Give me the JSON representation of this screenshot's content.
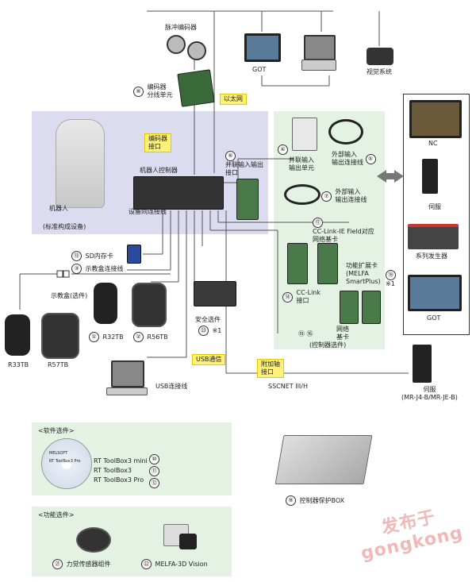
{
  "labels": {
    "pulse_encoder": "脉冲编码器",
    "encoder_splitter_num": "⑧",
    "encoder_splitter": "编码器\n分线单元",
    "got_top": "GOT",
    "vision": "视觉系统",
    "ethernet": "以太网",
    "encoder_if": "编码器\n接口",
    "robot_controller": "机器人控制器",
    "parallel_io_num": "⑥",
    "parallel_io": "并联输入输出\n接口",
    "robot_arm": "机器人",
    "standard_config": "(标准构成设备)",
    "inter_device_cable": "设备间连接线",
    "ext_io_unit_num": "④",
    "ext_io_unit": "并联输入\n输出单元",
    "ext_io_cable_num": "⑤",
    "ext_io_cable": "外部输入\n输出连接线",
    "ext_io_cable2_num": "⑦",
    "ext_io_cable2": "外部输入\n输出连接线",
    "cclink_ie_num": "⑰",
    "cclink_ie": "CC-Link-IE Field对应\n网络基卡",
    "func_ext_card": "功能扩展卡\n(MELFA\nSmartPlus)",
    "func_ext_num": "⑱",
    "func_ext_note": "※1",
    "cclink_num": "⑭",
    "cclink": "CC-Link\n接口",
    "net_card": "网络\n基卡",
    "ctrl_opt_nums": "⑮ ⑯",
    "ctrl_opt": "(控制器选件)",
    "nc": "NC",
    "servo": "伺服",
    "sequencer": "系列发生器",
    "got_right": "GOT",
    "sd_card_num": "⑬",
    "sd_card": "SD内存卡",
    "teach_cable_num": "③",
    "teach_cable": "示教盒连接线",
    "teach_box": "示教盒(选件)",
    "r32tb_num": "①",
    "r32tb": "R32TB",
    "r56tb_num": "②",
    "r56tb": "R56TB",
    "r33tb": "R33TB",
    "r57tb": "R57TB",
    "safety_opt": "安全选件",
    "safety_num": "㉓",
    "safety_note": "※1",
    "usb_comm": "USB通信",
    "usb_cable": "USB连接线",
    "aux_axis_if": "附加轴\n接口",
    "sscnet": "SSCNET III/H",
    "servo_bottom": "伺服\n(MR-J4-B/MR-JE-B)",
    "software_opt": "<软件选件>",
    "sw1": "RT ToolBox3 mini",
    "sw1_num": "⑩",
    "sw2": "RT ToolBox3",
    "sw2_num": "⑪",
    "sw3": "RT ToolBox3 Pro",
    "sw3_num": "⑫",
    "ctrl_box_num": "⑨",
    "ctrl_box": "控制器保护BOX",
    "func_opt": "<功能选件>",
    "force_num": "㉑",
    "force": "力觉传感器组件",
    "vision3d_num": "㉒",
    "vision3d": "MELFA-3D Vision",
    "cd_text": "RT ToolBox3 Pro",
    "cd_brand": "MELSOFT",
    "watermark1": "发布于",
    "watermark2": "gongkong"
  },
  "colors": {
    "purple_panel": "#dcdcf0",
    "green_panel": "#e3f2e3",
    "yellow_label": "#fff17a",
    "wire": "#555555"
  }
}
